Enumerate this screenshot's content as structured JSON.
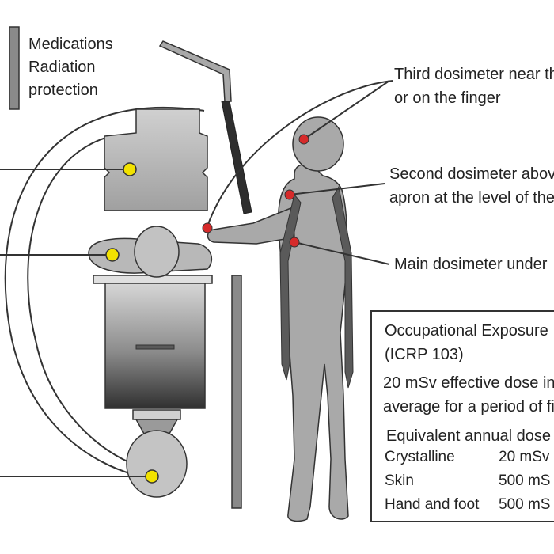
{
  "legend": {
    "line1": "Medications",
    "line2": "Radiation",
    "line3": "protection"
  },
  "callouts": {
    "third_line1": "Third dosimeter near th",
    "third_line2": "or on the finger",
    "second_line1": "Second dosimeter abov",
    "second_line2": "apron at the level of the",
    "main": "Main dosimeter under"
  },
  "exposure_box": {
    "title_line1": "Occupational Exposure",
    "title_line2": "(ICRP 103)",
    "dose_line1": "20 mSv effective dose in",
    "dose_line2": "average for a period of fi",
    "equiv_header": "Equivalent annual dose",
    "rows": [
      {
        "label": "Crystalline",
        "value": "20 mSv"
      },
      {
        "label": "Skin",
        "value": "500 mS"
      },
      {
        "label": "Hand and foot",
        "value": "500 mS"
      }
    ]
  },
  "colors": {
    "equipment_gray": "#b0b0b0",
    "dark_gray": "#4a4a4a",
    "line": "#333333",
    "dosimeter_red": "#d62a2a",
    "source_yellow": "#f2e200"
  },
  "icons": {
    "dosimeter": "red-dot",
    "radiation_source": "yellow-dot"
  }
}
